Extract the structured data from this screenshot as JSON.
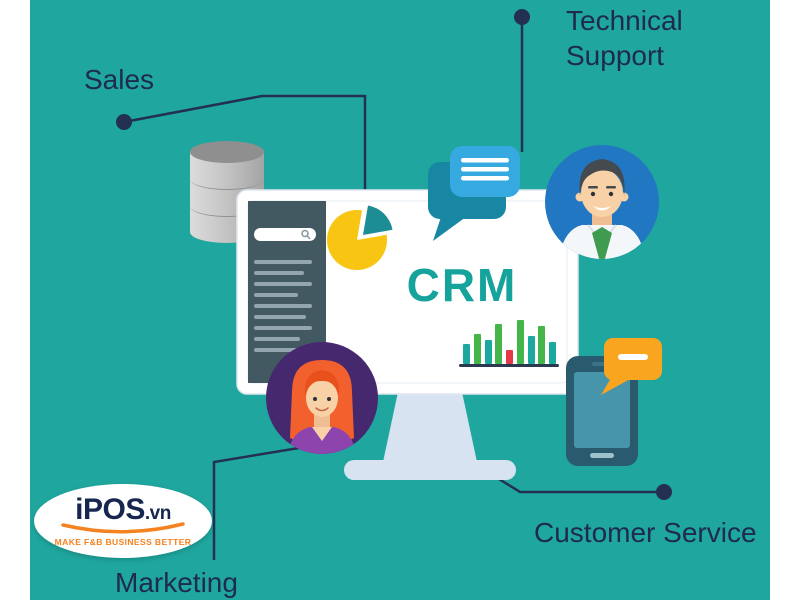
{
  "illustration": {
    "title": "CRM",
    "labels": {
      "sales": "Sales",
      "technical_support": "Technical\nSupport",
      "customer_service": "Customer Service",
      "marketing": "Marketing"
    }
  },
  "logo": {
    "brand_main": "iPOS",
    "brand_suffix": ".vn",
    "tagline": "MAKE F&B BUSINESS BETTER"
  },
  "colors": {
    "background_teal": "#1FA79F",
    "side_margin_white": "#FFFFFF",
    "connector_navy": "#233052",
    "label_text": "#1E2A4E",
    "crm_title_teal": "#15A39C",
    "logo_navy": "#16264E",
    "logo_orange": "#F58220",
    "bubble_blue": "#36A9E0",
    "bubble_teal": "#1887A3",
    "bubble_orange": "#F9A51F",
    "avatar_blue": "#2277C3",
    "avatar_purple": "#46286F",
    "bar_green": "#44B649",
    "bar_teal": "#1BA89F",
    "bar_red": "#E63946",
    "pie_yellow": "#F9C513",
    "pie_slice_teal": "#1C8D95"
  },
  "icons": {
    "database-icon": "stacked gray database cylinders",
    "chat-bubbles-icon": "two overlapping speech bubbles with text lines",
    "pie-chart-icon": "yellow pie chart with exploded teal slice",
    "bar-chart-icon": "bar chart with green, teal and one red bar",
    "search-icon": "magnifier glyph in sidebar search pill",
    "smartphone-icon": "smartphone with orange chat bubble",
    "monitor-icon": "desktop monitor with stand and base"
  }
}
